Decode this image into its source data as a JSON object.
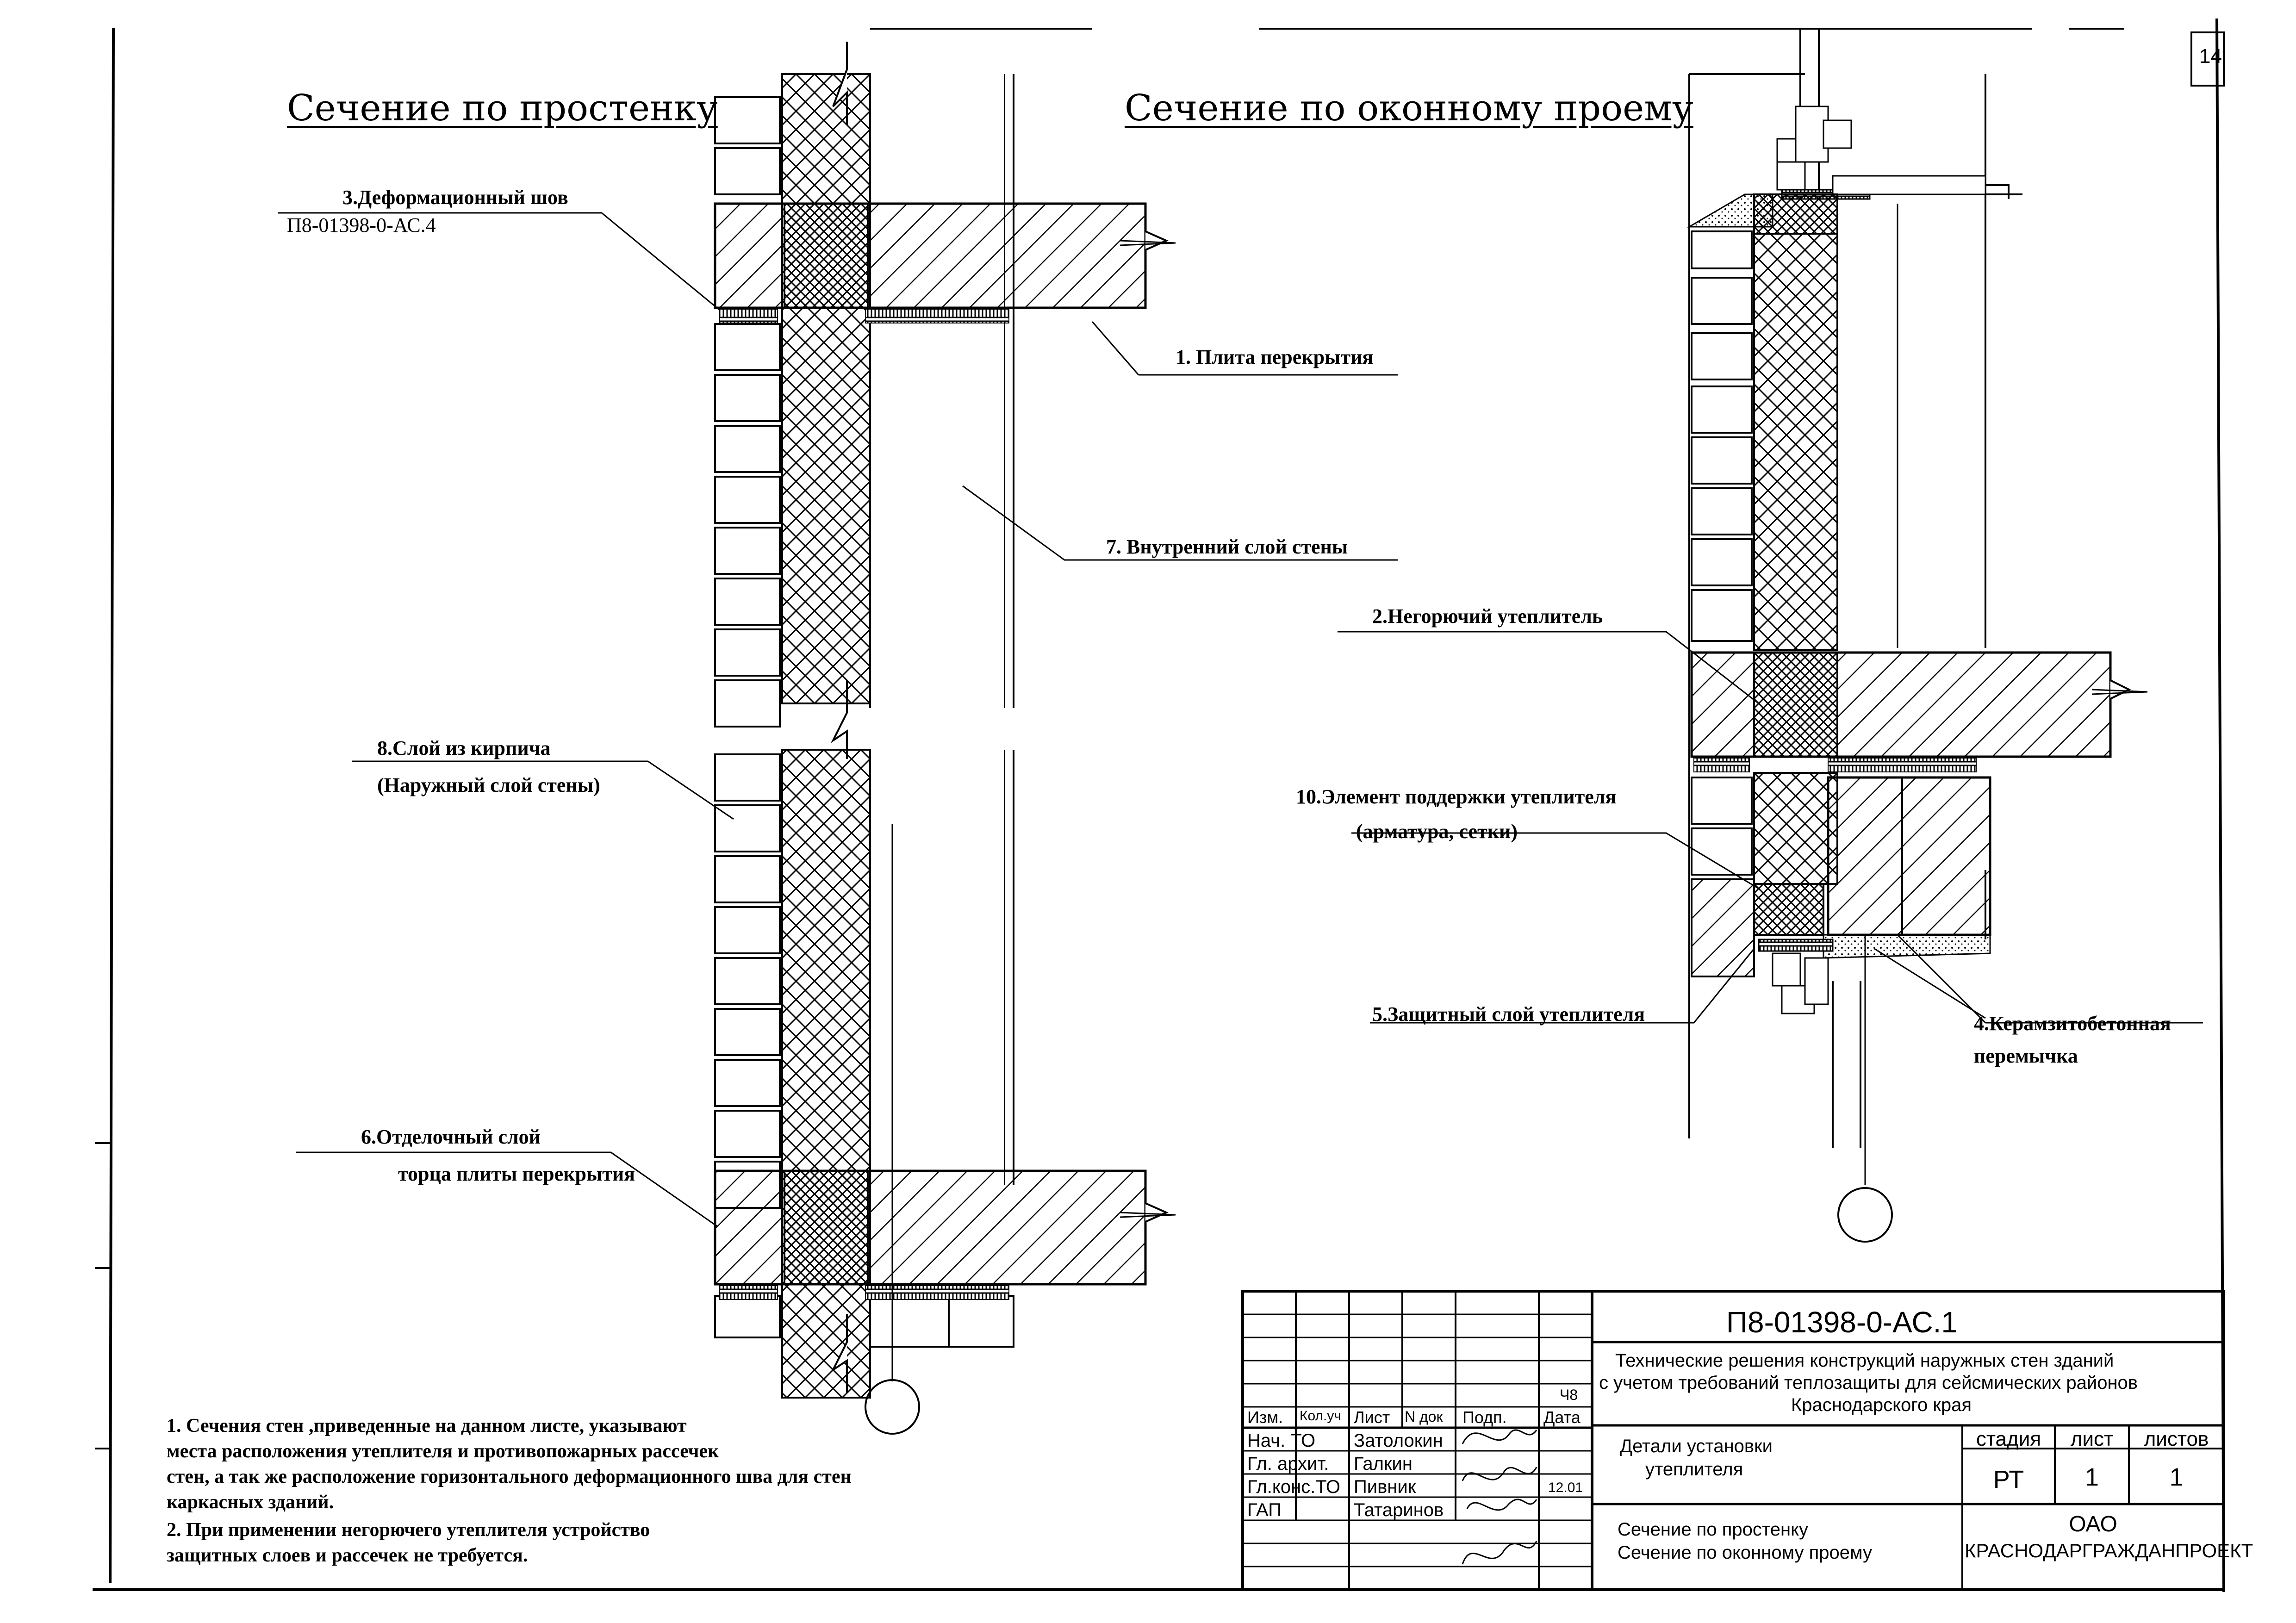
{
  "sheet_number": "14",
  "sections": {
    "pier_title": "Сечение по простенку",
    "window_title": "Сечение по оконному проему"
  },
  "callouts": {
    "c3_line1": "3.Деформационный шов",
    "c3_line2": "П8-01398-0-АС.4",
    "c1": "1. Плита перекрытия",
    "c7": "7. Внутренний слой стены",
    "c8_line1": "8.Слой из кирпича",
    "c8_line2": "(Наружный слой стены)",
    "c6_line1": "6.Отделочный слой",
    "c6_line2": "торца плиты перекрытия",
    "c2": "2.Негорючий утеплитель",
    "c10_line1": "10.Элемент поддержки утеплителя",
    "c10_line2": "(арматура, сетки)",
    "c5": "5.Защитный слой утеплителя",
    "c4_line1": "4.Керамзитобетонная",
    "c4_line2": "перемычка"
  },
  "notes": [
    "1. Сечения стен ,приведенные на данном листе, указывают",
    "места расположения утеплителя и противопожарных рассечек",
    "стен, а так же расположение горизонтального деформационного шва для стен",
    "каркасных зданий.",
    "2. При применении негорючего утеплителя устройство",
    "защитных слоев и рассечек не требуется."
  ],
  "title_block": {
    "code": "П8-01398-0-АС.1",
    "title_line1": "Технические решения конструкций наружных стен зданий",
    "title_line2": "с учетом требований теплозащиты для сейсмических районов",
    "title_line3": "Краснодарского края",
    "headers": {
      "izm": "Изм.",
      "kol": "Кол.уч",
      "list": "Лист",
      "ndok": "N док",
      "podp": "Подп.",
      "data": "Дата",
      "stage": "стадия",
      "sheet": "лист",
      "sheets": "листов"
    },
    "mark_date": "Ч8",
    "signers": [
      {
        "role": "Нач. ТО",
        "name": "Затолокин",
        "date": ""
      },
      {
        "role": "Гл. архит.",
        "name": "Галкин",
        "date": ""
      },
      {
        "role": "Гл.конс.ТО",
        "name": "Пивник",
        "date": "12.01"
      },
      {
        "role": "ГАП",
        "name": "Татаринов",
        "date": ""
      }
    ],
    "detail_line1": "Детали установки",
    "detail_line2": "утеплителя",
    "sheet_names_line1": "Сечение по простенку",
    "sheet_names_line2": "Сечение по оконному проему",
    "stage": "РТ",
    "sheet": "1",
    "sheets": "1",
    "org_line1": "ОАО",
    "org_line2": "КРАСНОДАРГРАЖДАНПРОЕКТ"
  }
}
